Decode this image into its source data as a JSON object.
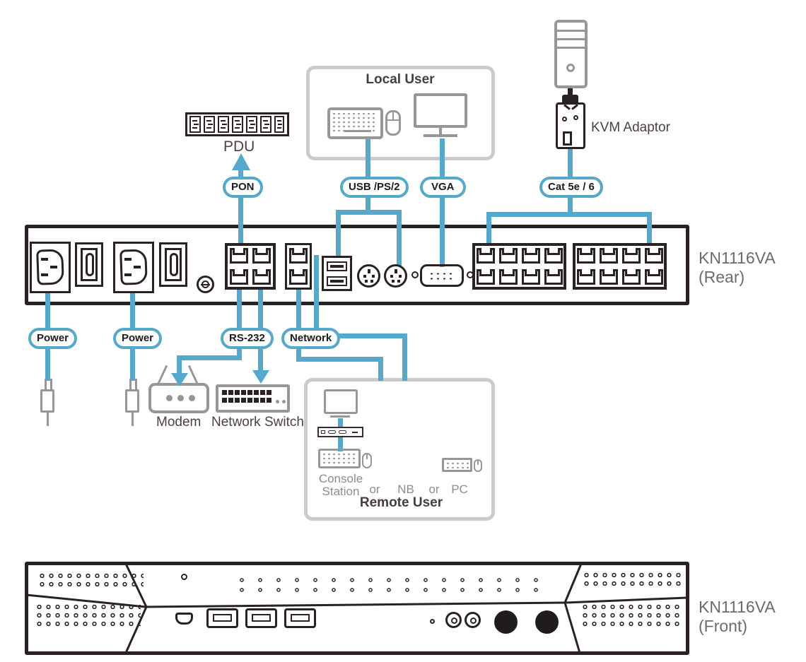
{
  "diagram": {
    "title_context": "KN1116VA KVM switch installation diagram",
    "colors": {
      "cable_blue": "#54a9cc",
      "outline_dark": "#2a2123",
      "icon_gray": "#979797",
      "box_border_gray": "#cbcbcb",
      "label_dark": "#4c4142",
      "label_gray": "#8f8b8b",
      "model_gray": "#6e6a6a"
    },
    "labels": {
      "pdu": "PDU",
      "kvm_adaptor": "KVM Adaptor",
      "local_user": "Local User",
      "remote_user": "Remote User",
      "console_line1": "Console",
      "console_line2": "Station",
      "or_1": "or",
      "nb": "NB",
      "or_2": "or",
      "pc": "PC",
      "modem": "Modem",
      "network_switch": "Network Switch",
      "rear_model": "KN1116VA",
      "rear_view": "(Rear)",
      "front_model": "KN1116VA",
      "front_view": "(Front)"
    },
    "cable_tags": {
      "pon": "PON",
      "usb_ps2": "USB /PS/2",
      "vga": "VGA",
      "cat": "Cat 5e / 6",
      "power_1": "Power",
      "power_2": "Power",
      "rs232": "RS-232",
      "network": "Network"
    }
  }
}
